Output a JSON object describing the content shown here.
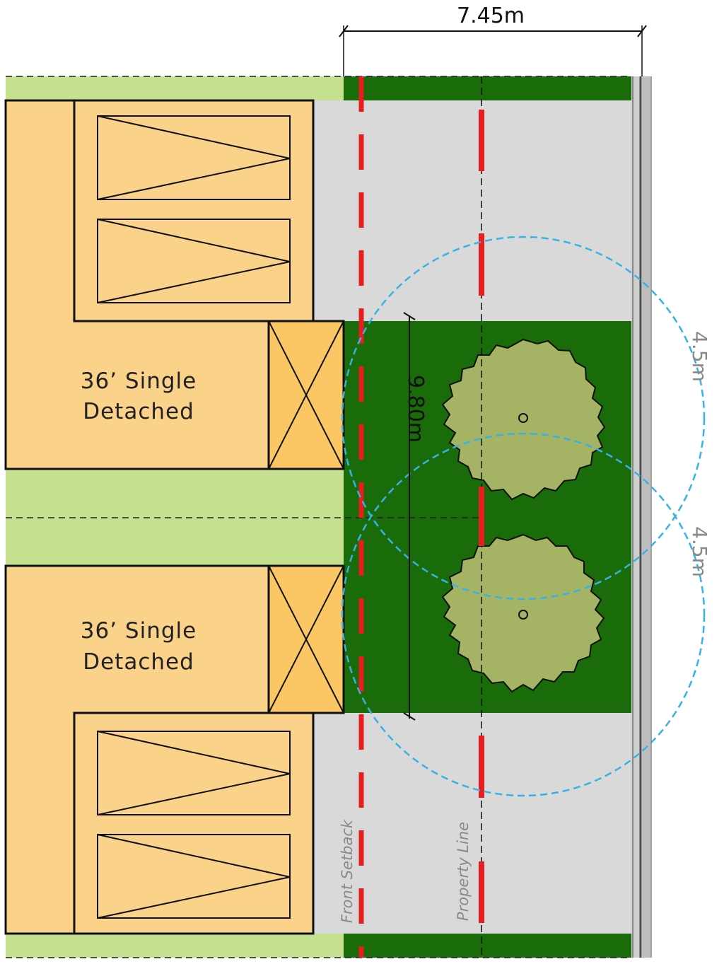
{
  "labels": {
    "house_top_line1": "36’ Single",
    "house_top_line2": "Detached",
    "house_bottom_line1": "36’ Single",
    "house_bottom_line2": "Detached",
    "dim_width": "7.45m",
    "dim_height": "9.80m",
    "radius_top": "4.5m",
    "radius_bottom": "4.5m",
    "front_setback": "Front Setback",
    "property_line": "Property Line"
  },
  "colors": {
    "house_fill": "#fbd28a",
    "porch_fill": "#fbc664",
    "light_green": "#c5e08f",
    "dark_green": "#1a6b0a",
    "driveway": "#d9d9d9",
    "tree": "#a4b464",
    "setback_red": "#e81e1e",
    "radius_blue": "#36b3e6"
  }
}
